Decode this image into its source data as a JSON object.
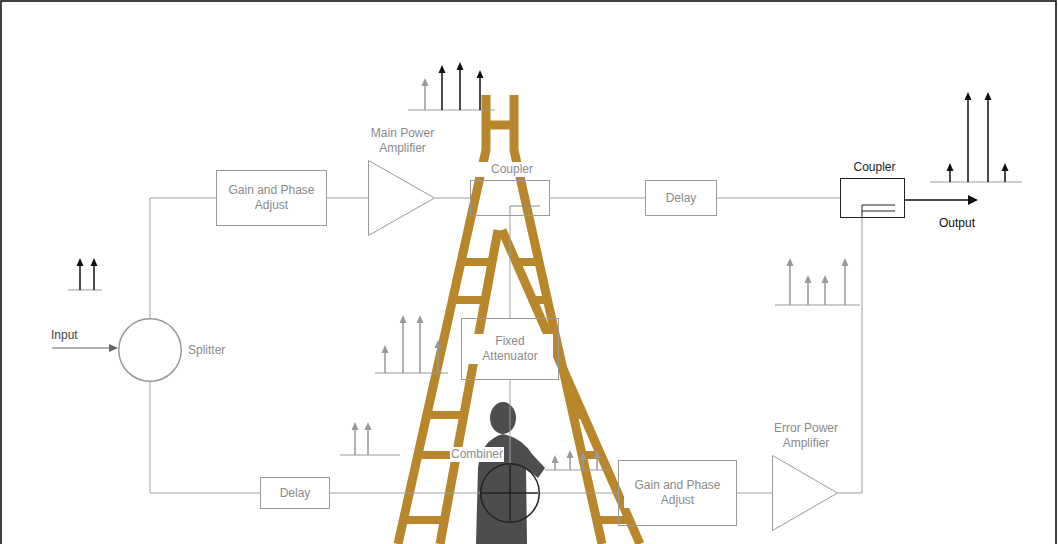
{
  "diagram": {
    "nodes": [
      {
        "text": [
          "Gain and Phase Adjust"
        ]
      },
      {
        "text": [
          "Main Power Amplifier"
        ]
      },
      {
        "text": [
          "Coupler"
        ]
      },
      {
        "text": [
          "Delay"
        ]
      },
      {
        "text": [
          "Coupler"
        ]
      },
      {
        "text": [
          "Splitter"
        ]
      },
      {
        "text": [
          "Fixed Attenuator"
        ]
      },
      {
        "text": [
          "Delay"
        ]
      },
      {
        "text": [
          "Combiner"
        ]
      },
      {
        "text": [
          "Gain and Phase Adjust"
        ]
      },
      {
        "text": [
          "Error Power Amplifier"
        ]
      }
    ],
    "edges": [
      {
        "from": 5,
        "to": 0,
        "arrow": "none"
      },
      {
        "from": 0,
        "to": 1,
        "arrow": "none"
      },
      {
        "from": 1,
        "to": 2,
        "arrow": "none"
      },
      {
        "from": 2,
        "to": 3,
        "arrow": "none"
      },
      {
        "from": 3,
        "to": 4,
        "arrow": "none"
      },
      {
        "from": 2,
        "to": 6,
        "arrow": "none"
      },
      {
        "from": 6,
        "to": 8,
        "arrow": "none"
      },
      {
        "from": 5,
        "to": 7,
        "arrow": "none"
      },
      {
        "from": 7,
        "to": 8,
        "arrow": "none"
      },
      {
        "from": 8,
        "to": 9,
        "arrow": "none"
      },
      {
        "from": 9,
        "to": 10,
        "arrow": "none"
      },
      {
        "from": 10,
        "to": 4,
        "arrow": "none"
      }
    ],
    "labels": [
      "Input",
      "Output"
    ]
  }
}
